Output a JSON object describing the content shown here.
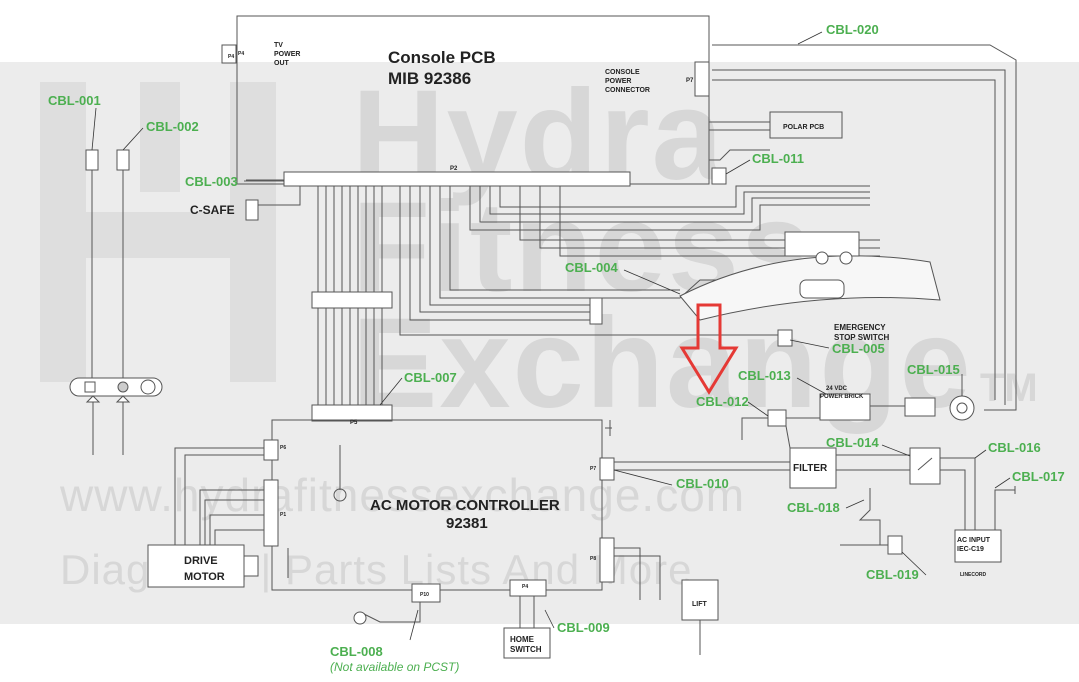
{
  "watermark": {
    "brand_lines": [
      "Hydra",
      "Fitness",
      "Exchange"
    ],
    "url": "www.hydrafitnessexchange.com",
    "tagline": "Diagrams | Parts Lists And More",
    "tm": "TM"
  },
  "boards": {
    "console_pcb": {
      "title": "Console PCB",
      "subtitle": "MIB 92386",
      "p2_label": "P2"
    },
    "ac_motor_controller": {
      "title": "AC MOTOR CONTROLLER",
      "subtitle": "92381",
      "p5_label": "P5"
    }
  },
  "labels": {
    "tv_power_out": [
      "TV",
      "POWER",
      "OUT"
    ],
    "p4_top": "P4",
    "console_power_connector": [
      "CONSOLE",
      "POWER",
      "CONNECTOR"
    ],
    "p7_top": "P7",
    "polar_pcb": "POLAR PCB",
    "c_safe": "C-SAFE",
    "emergency_stop_switch": [
      "EMERGENCY",
      "STOP SWITCH"
    ],
    "power_brick": [
      "24 VDC",
      "POWER BRICK"
    ],
    "filter": "FILTER",
    "ac_input": [
      "AC INPUT",
      "IEC-C19"
    ],
    "linecord": "LINECORD",
    "drive_motor": [
      "DRIVE",
      "MOTOR"
    ],
    "home_switch": [
      "HOME",
      "SWITCH"
    ],
    "lift": "LIFT",
    "p6": "P6",
    "p1": "P1",
    "p7_ac": "P7",
    "p8": "P8",
    "p4_ac": "P4",
    "p10": "P10",
    "p4_bottom": "P4"
  },
  "cables": {
    "cbl_001": "CBL-001",
    "cbl_002": "CBL-002",
    "cbl_003": "CBL-003",
    "cbl_004": "CBL-004",
    "cbl_005": "CBL-005",
    "cbl_007": "CBL-007",
    "cbl_008": "CBL-008",
    "cbl_008_note": "(Not available on PCST)",
    "cbl_009": "CBL-009",
    "cbl_010": "CBL-010",
    "cbl_011": "CBL-011",
    "cbl_012": "CBL-012",
    "cbl_013": "CBL-013",
    "cbl_014": "CBL-014",
    "cbl_015": "CBL-015",
    "cbl_016": "CBL-016",
    "cbl_017": "CBL-017",
    "cbl_018": "CBL-018",
    "cbl_019": "CBL-019",
    "cbl_020": "CBL-020"
  },
  "highlight": {
    "arrow_color": "#e53935",
    "points_to": "CBL-012"
  },
  "colors": {
    "cable_label": "#4caf50",
    "wire": "#555555",
    "watermark": "#d7d7d7"
  }
}
